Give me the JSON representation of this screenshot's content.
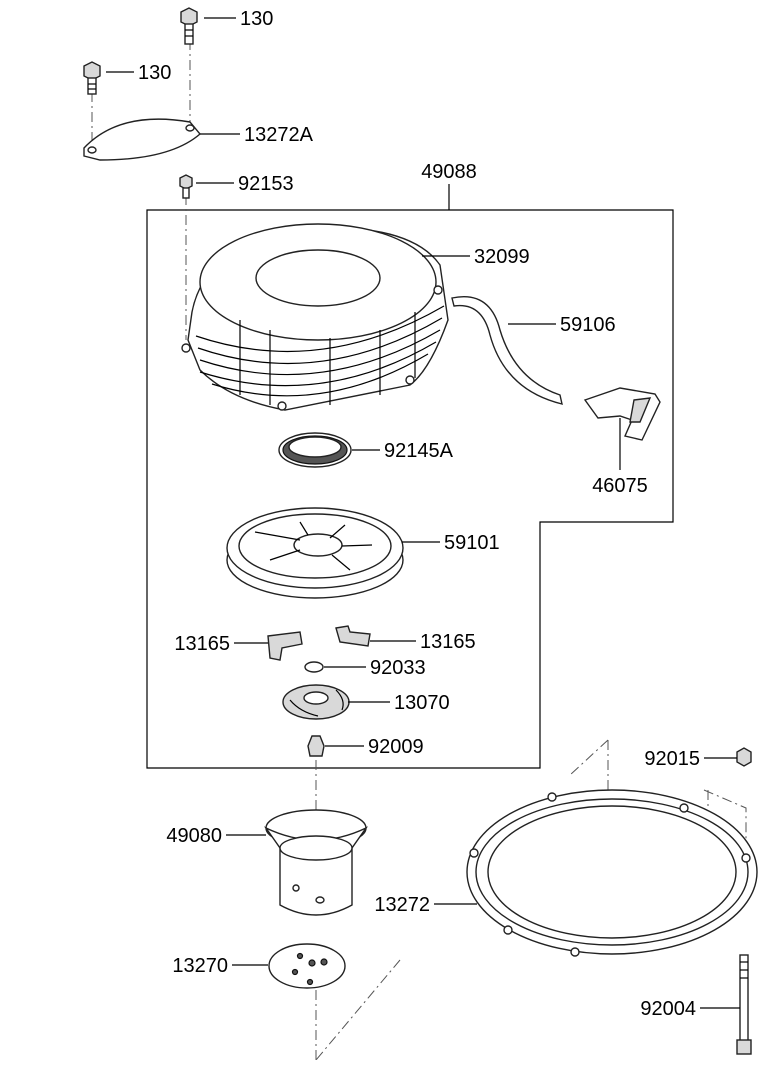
{
  "parts": [
    {
      "id": "p-130-a",
      "number": "130"
    },
    {
      "id": "p-130-b",
      "number": "130"
    },
    {
      "id": "p-13272a",
      "number": "13272A"
    },
    {
      "id": "p-92153",
      "number": "92153"
    },
    {
      "id": "p-49088",
      "number": "49088"
    },
    {
      "id": "p-32099",
      "number": "32099"
    },
    {
      "id": "p-59106",
      "number": "59106"
    },
    {
      "id": "p-46075",
      "number": "46075"
    },
    {
      "id": "p-92145a",
      "number": "92145A"
    },
    {
      "id": "p-59101",
      "number": "59101"
    },
    {
      "id": "p-13165-a",
      "number": "13165"
    },
    {
      "id": "p-13165-b",
      "number": "13165"
    },
    {
      "id": "p-92033",
      "number": "92033"
    },
    {
      "id": "p-13070",
      "number": "13070"
    },
    {
      "id": "p-92009",
      "number": "92009"
    },
    {
      "id": "p-92015",
      "number": "92015"
    },
    {
      "id": "p-49080",
      "number": "49080"
    },
    {
      "id": "p-13272",
      "number": "13272"
    },
    {
      "id": "p-13270",
      "number": "13270"
    },
    {
      "id": "p-92004",
      "number": "92004"
    }
  ]
}
